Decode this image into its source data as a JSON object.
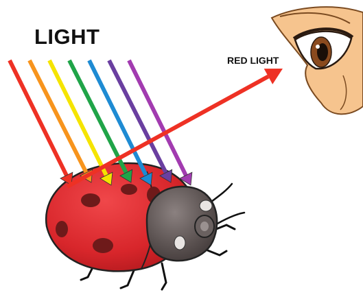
{
  "labels": {
    "light": "LIGHT",
    "reflected": "RED LIGHT"
  },
  "light_rays": [
    {
      "color_name": "red",
      "color": "#ee3124"
    },
    {
      "color_name": "orange",
      "color": "#f7941d"
    },
    {
      "color_name": "yellow",
      "color": "#f5e400"
    },
    {
      "color_name": "green",
      "color": "#20a448"
    },
    {
      "color_name": "blue",
      "color": "#1e8bd3"
    },
    {
      "color_name": "indigo",
      "color": "#6a3fa0"
    },
    {
      "color_name": "violet",
      "color": "#a23bb0"
    }
  ],
  "reflected_ray": {
    "color_name": "red",
    "color": "#ee3124"
  },
  "subject": {
    "icon": "ladybug-icon",
    "body_color": "#d8262b",
    "spot_color": "#6e1a1a",
    "head_color": "#5a5150"
  },
  "observer": {
    "icon": "eye-icon",
    "skin_color": "#f6c48e",
    "iris_color": "#8a4a1e"
  }
}
